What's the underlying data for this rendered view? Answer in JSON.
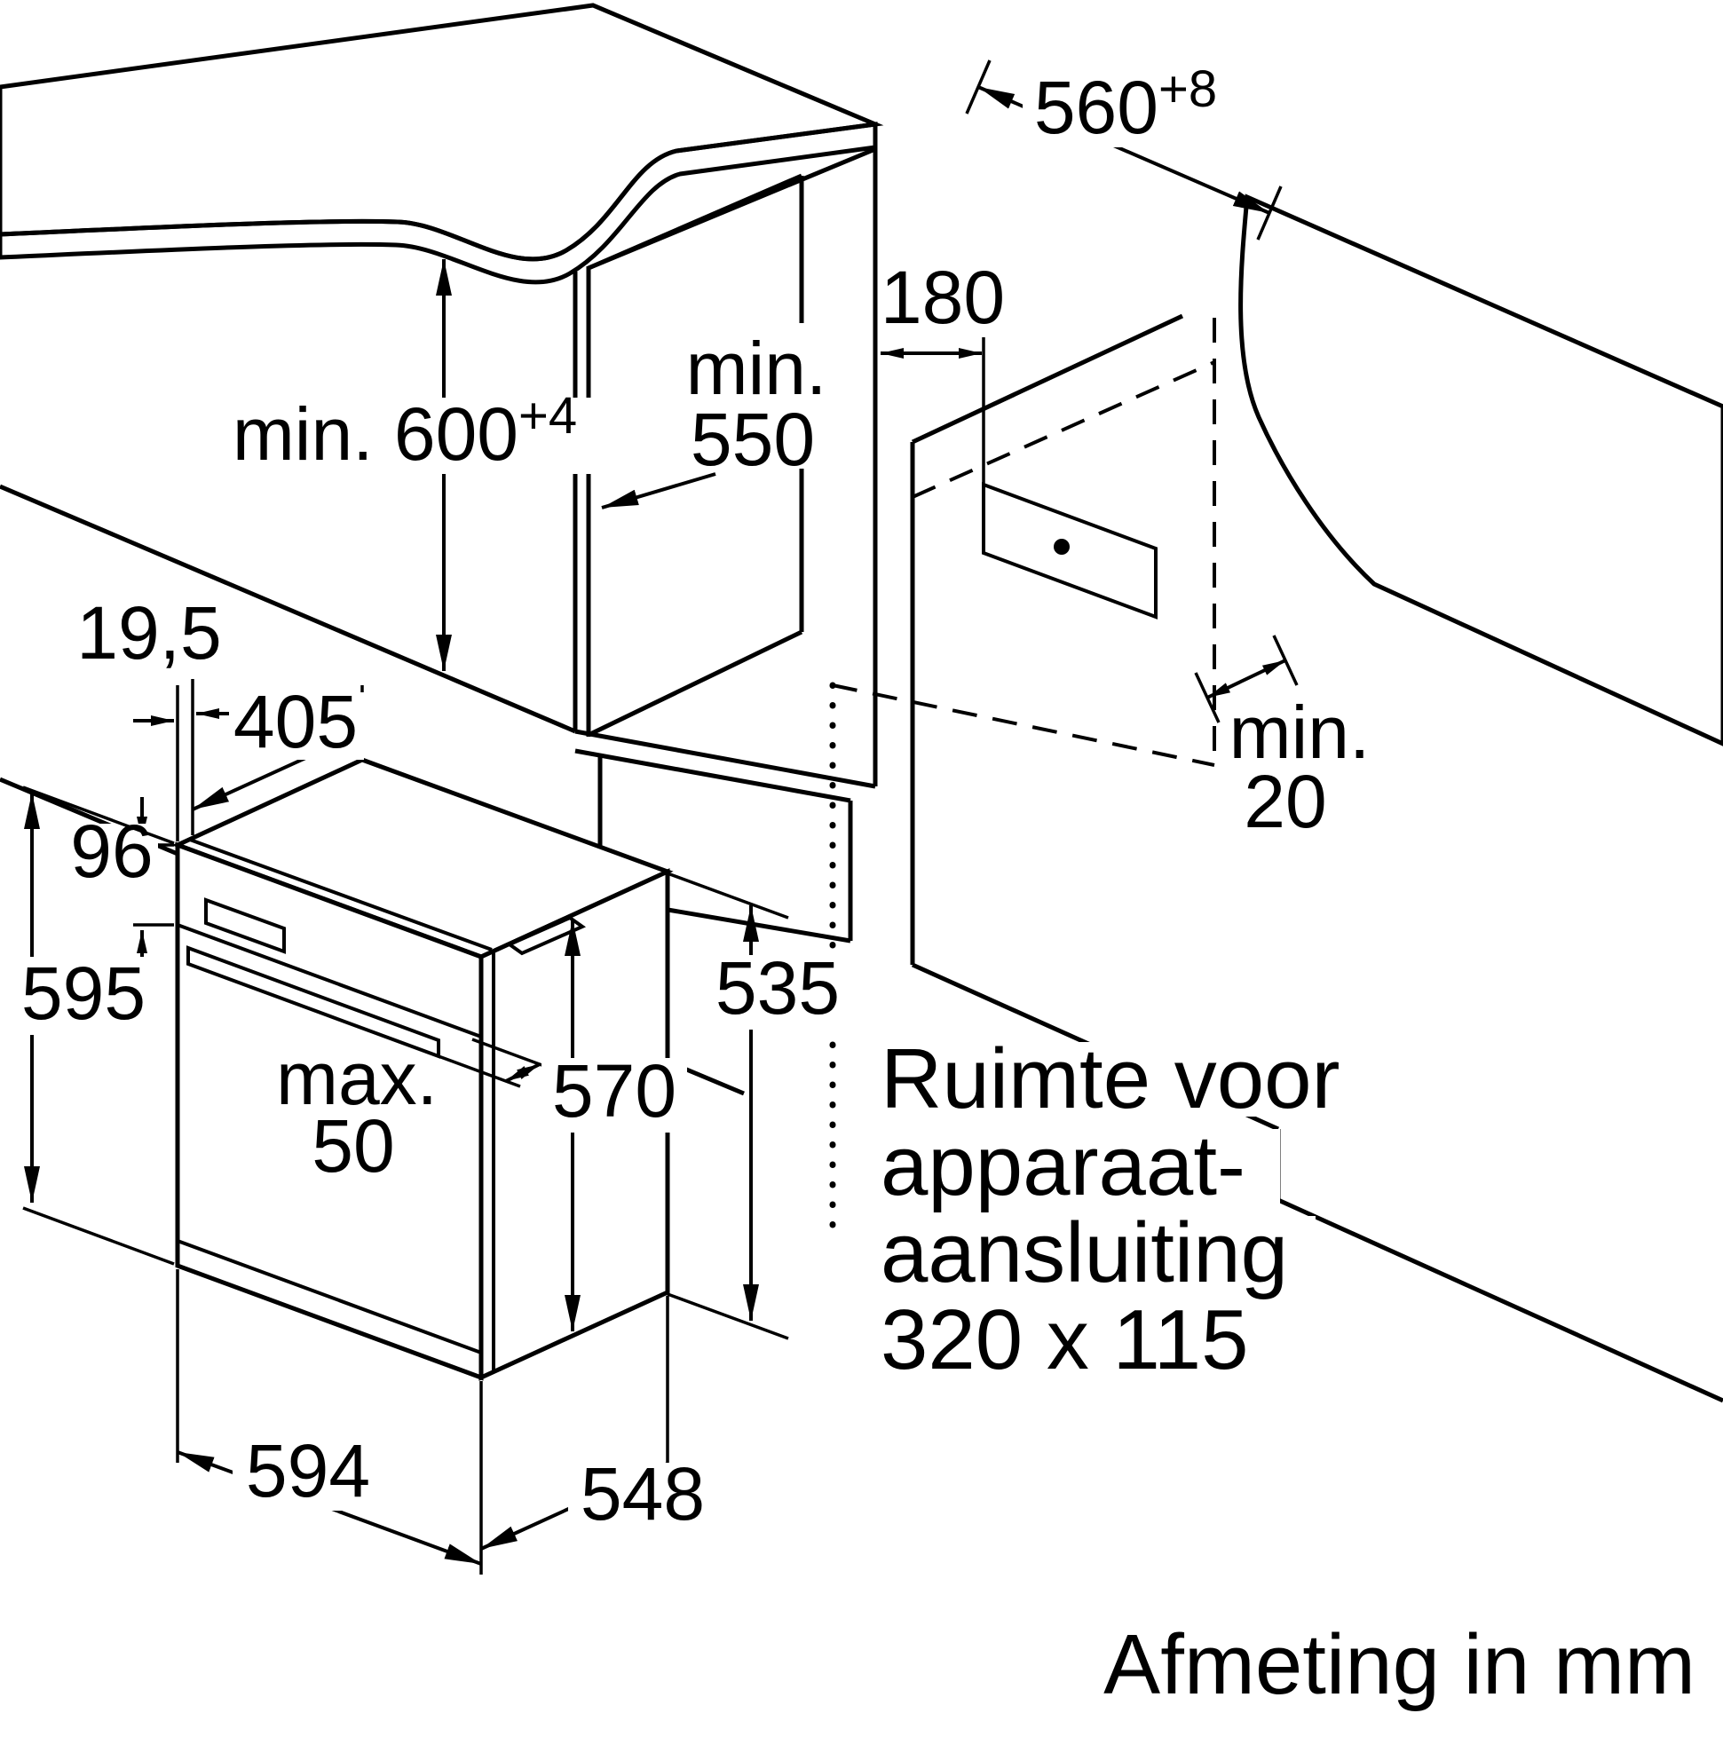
{
  "meta": {
    "type": "appliance installation drawing",
    "subject": "built-in oven niche dimensions"
  },
  "colors": {
    "line": "#000000",
    "surface": "#ececec",
    "paper": "#ffffff"
  },
  "notes": {
    "connection_space": [
      "Ruimte voor",
      "apparaat-",
      "aansluiting",
      "320 x 115"
    ],
    "units": "Afmeting in mm"
  },
  "dimensions": {
    "niche_height": {
      "text": "min. 600",
      "sup": "+4"
    },
    "niche_width": {
      "text": "560",
      "sup": "+8"
    },
    "niche_depth": {
      "line1": "min.",
      "line2": "550"
    },
    "socket_offset": {
      "text": "180"
    },
    "rear_gap": {
      "line1": "min.",
      "line2": "20"
    },
    "front_lip": {
      "text": "19,5"
    },
    "top_depth": {
      "text": "405"
    },
    "panel_height": {
      "text": "96"
    },
    "appliance_height": {
      "text": "595"
    },
    "handle_clearance": {
      "line1": "max.",
      "line2": "50"
    },
    "appliance_width": {
      "text": "594"
    },
    "body_height": {
      "text": "570"
    },
    "rear_body_height": {
      "text": "535"
    },
    "body_depth": {
      "text": "548"
    }
  }
}
